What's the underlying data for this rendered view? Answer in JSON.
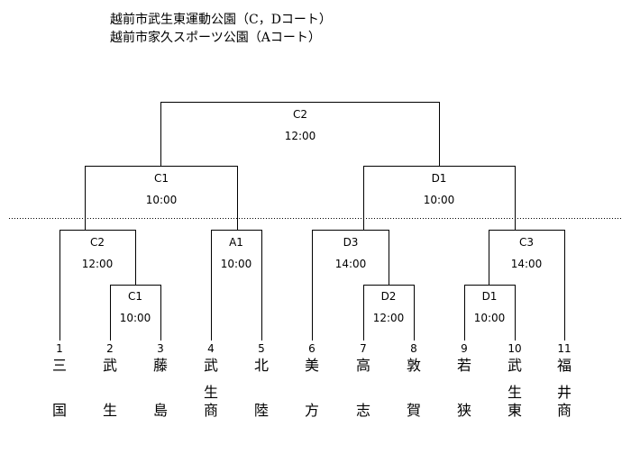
{
  "venues": [
    "越前市武生東運動公園（C，Dコート）",
    "越前市家久スポーツ公園（Aコート）"
  ],
  "matches": {
    "final": {
      "court": "C2",
      "time": "12:00"
    },
    "semi_left": {
      "court": "C1",
      "time": "10:00"
    },
    "semi_right": {
      "court": "D1",
      "time": "10:00"
    },
    "r1_a": {
      "court": "C2",
      "time": "12:00"
    },
    "r1_b": {
      "court": "C1",
      "time": "10:00"
    },
    "r1_c": {
      "court": "A1",
      "time": "10:00"
    },
    "r1_d": {
      "court": "D3",
      "time": "14:00"
    },
    "r1_e": {
      "court": "D2",
      "time": "12:00"
    },
    "r1_f": {
      "court": "C3",
      "time": "14:00"
    },
    "r1_g": {
      "court": "D1",
      "time": "10:00"
    }
  },
  "teams": [
    {
      "num": "1",
      "c1": "三",
      "c2": "",
      "c3": "国"
    },
    {
      "num": "2",
      "c1": "武",
      "c2": "",
      "c3": "生"
    },
    {
      "num": "3",
      "c1": "藤",
      "c2": "",
      "c3": "島"
    },
    {
      "num": "4",
      "c1": "武",
      "c2": "生",
      "c3": "商"
    },
    {
      "num": "5",
      "c1": "北",
      "c2": "",
      "c3": "陸"
    },
    {
      "num": "6",
      "c1": "美",
      "c2": "",
      "c3": "方"
    },
    {
      "num": "7",
      "c1": "高",
      "c2": "",
      "c3": "志"
    },
    {
      "num": "8",
      "c1": "敦",
      "c2": "",
      "c3": "賀"
    },
    {
      "num": "9",
      "c1": "若",
      "c2": "",
      "c3": "狭"
    },
    {
      "num": "10",
      "c1": "武",
      "c2": "生",
      "c3": "東"
    },
    {
      "num": "11",
      "c1": "福",
      "c2": "井",
      "c3": "商"
    }
  ]
}
